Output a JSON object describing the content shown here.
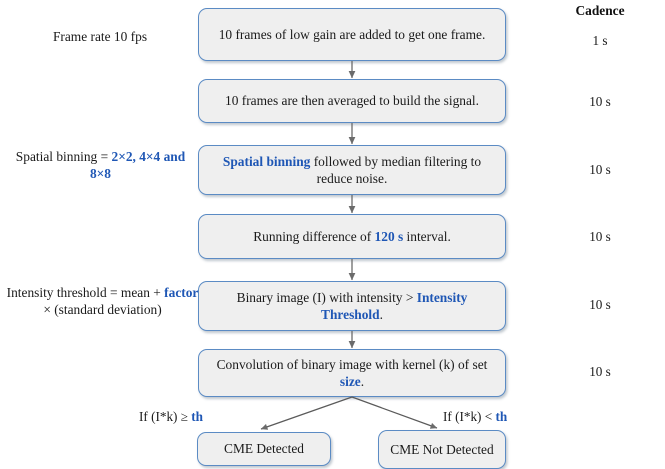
{
  "diagram": {
    "title_column_header": "Cadence",
    "boxes": [
      {
        "name": "box-add-frames",
        "text_parts": [
          {
            "t": "10 frames of low gain are added to get one frame.",
            "hl": false
          }
        ],
        "cadence": "1 s"
      },
      {
        "name": "box-average-frames",
        "text_parts": [
          {
            "t": "10 frames are then averaged to build the signal.",
            "hl": false
          }
        ],
        "cadence": "10 s"
      },
      {
        "name": "box-spatial-binning",
        "text_parts": [
          {
            "t": "Spatial binning",
            "hl": true
          },
          {
            "t": " followed by median filtering to reduce noise.",
            "hl": false
          }
        ],
        "cadence": "10 s"
      },
      {
        "name": "box-running-difference",
        "text_parts": [
          {
            "t": "Running difference of ",
            "hl": false
          },
          {
            "t": "120 s",
            "hl": true
          },
          {
            "t": " interval.",
            "hl": false
          }
        ],
        "cadence": "10 s"
      },
      {
        "name": "box-binary-image",
        "text_parts": [
          {
            "t": "Binary image (I) with intensity > ",
            "hl": false
          },
          {
            "t": "Intensity Threshold",
            "hl": true
          },
          {
            "t": ".",
            "hl": false
          }
        ],
        "cadence": "10 s"
      },
      {
        "name": "box-convolution",
        "text_parts": [
          {
            "t": "Convolution of binary image with kernel (k) of set ",
            "hl": false
          },
          {
            "t": "size",
            "hl": true
          },
          {
            "t": ".",
            "hl": false
          }
        ],
        "cadence": "10 s"
      }
    ],
    "side_labels": [
      {
        "name": "side-label-frame-rate",
        "parts": [
          {
            "t": "Frame rate 10 fps",
            "hl": false
          }
        ]
      },
      {
        "name": "side-label-spatial-binning",
        "parts": [
          {
            "t": "Spatial binning = ",
            "hl": false
          },
          {
            "t": "2×2, 4×4 and 8×8",
            "hl": true
          }
        ]
      },
      {
        "name": "side-label-intensity-threshold",
        "parts": [
          {
            "t": "Intensity threshold = mean + ",
            "hl": false
          },
          {
            "t": "factor",
            "hl": true
          },
          {
            "t": " × (standard deviation)",
            "hl": false
          }
        ]
      }
    ],
    "branch": {
      "left_condition": [
        {
          "t": "If (I*k) ≥ ",
          "hl": false
        },
        {
          "t": "th",
          "hl": true
        }
      ],
      "right_condition": [
        {
          "t": "If (I*k) < ",
          "hl": false
        },
        {
          "t": "th",
          "hl": true
        }
      ],
      "left_result": [
        {
          "t": "CME Detected",
          "hl": false
        }
      ],
      "right_result": [
        {
          "t": "CME Not Detected",
          "hl": false
        }
      ]
    },
    "colors": {
      "box_fill": "#efefef",
      "box_border": "#5b8bc4",
      "highlight_text": "#1f57b5",
      "connector": "#6b6b6b",
      "page_background": "#ffffff"
    }
  }
}
